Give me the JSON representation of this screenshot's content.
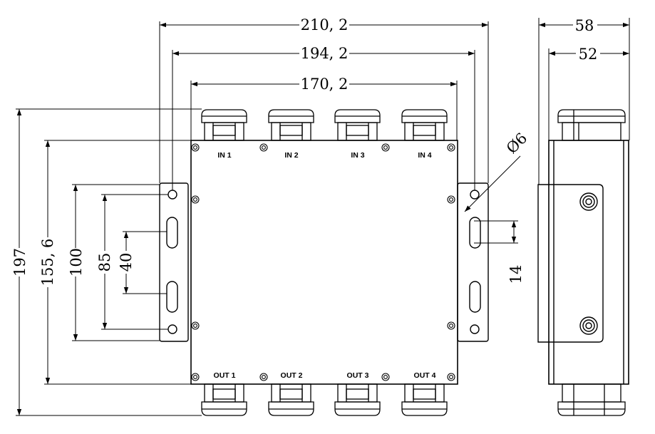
{
  "dimensions": {
    "overall_width": "210, 2",
    "bracket_hole_spacing": "194, 2",
    "enclosure_width": "170, 2",
    "side_depth_total": "58",
    "side_depth_body": "52",
    "overall_height": "197",
    "body_height": "155, 6",
    "bracket_height": "100",
    "hole_vertical_spacing": "85",
    "slot_spacing": "40",
    "slot_length": "14",
    "hole_diameter": "Ø6"
  },
  "ports": {
    "inputs": [
      "IN 1",
      "IN 2",
      "IN 3",
      "IN 4"
    ],
    "outputs": [
      "OUT 1",
      "OUT 2",
      "OUT 3",
      "OUT 4"
    ]
  },
  "colors": {
    "line": "#000000",
    "background": "#ffffff"
  }
}
